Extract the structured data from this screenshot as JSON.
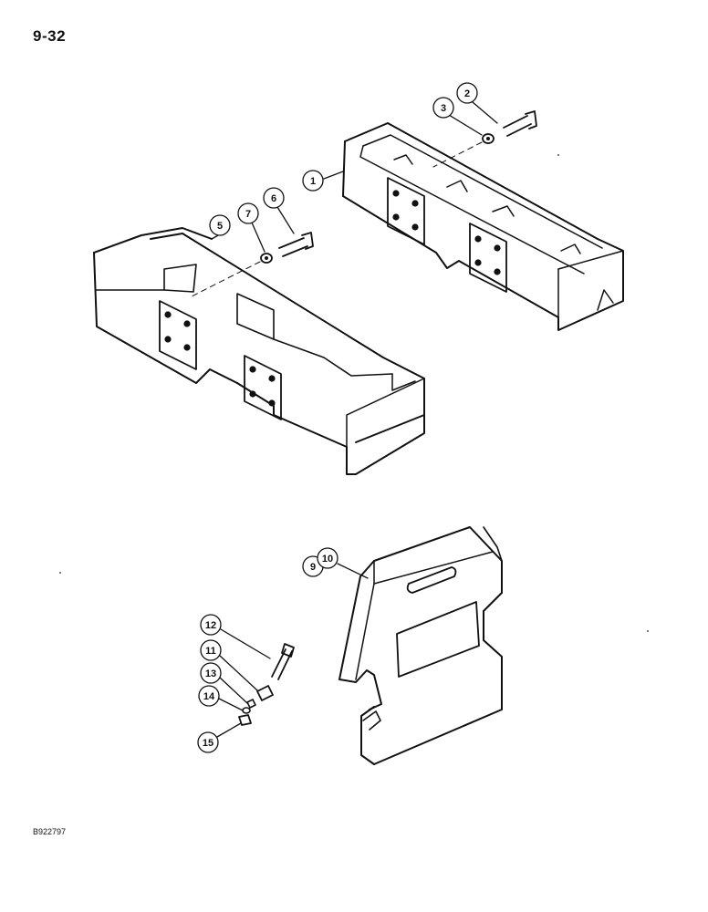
{
  "page_number": "9-32",
  "figure_code": "B922797",
  "callouts": {
    "c1": "1",
    "c2": "2",
    "c3": "3",
    "c5": "5",
    "c6": "6",
    "c7": "7",
    "c9": "9",
    "c10": "10",
    "c11": "11",
    "c12": "12",
    "c13": "13",
    "c14": "14",
    "c15": "15"
  }
}
